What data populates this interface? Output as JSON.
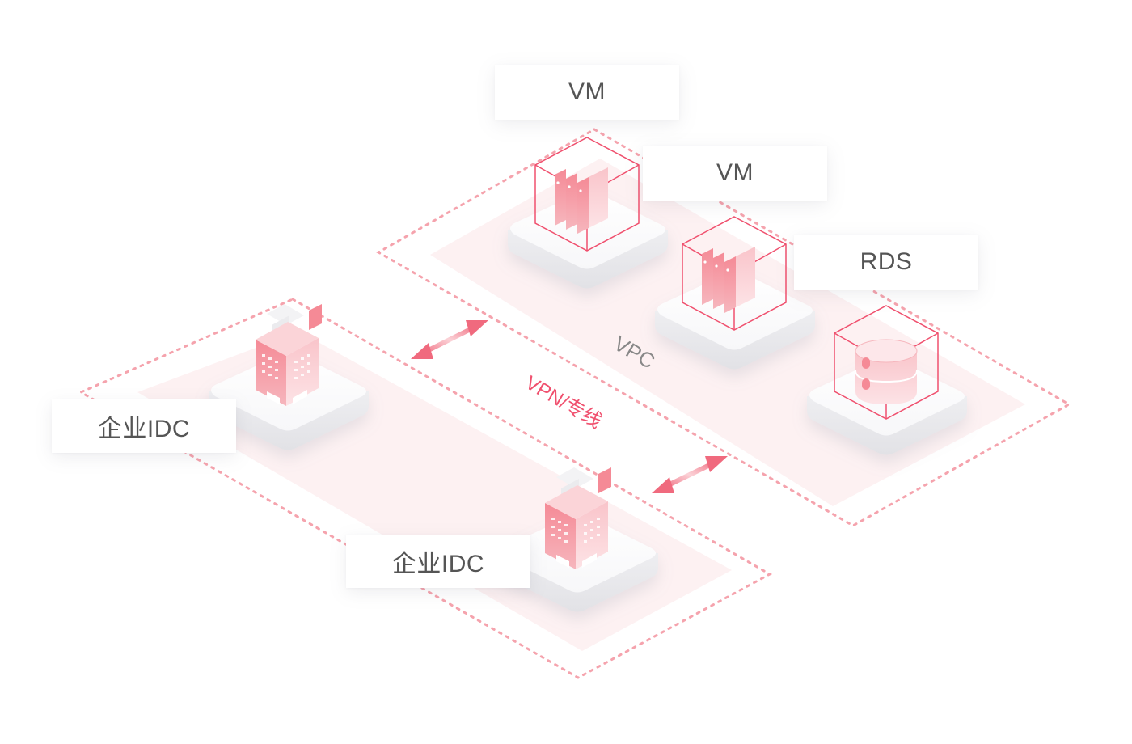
{
  "diagram": {
    "labels": {
      "vm_1": "VM",
      "vm_2": "VM",
      "rds": "RDS",
      "idc_1": "企业IDC",
      "idc_2": "企业IDC"
    },
    "zones": {
      "vpc": "VPC",
      "link": "VPN/专线"
    }
  },
  "colors": {
    "accent": "#f0506e",
    "accent_soft": "#fbdcdf",
    "dotted_border": "#f5a3ad",
    "label_text": "#555555",
    "zone_text": "#888888"
  },
  "icons": [
    "server-cube-icon",
    "database-cube-icon",
    "office-building-icon",
    "double-arrow-icon"
  ]
}
